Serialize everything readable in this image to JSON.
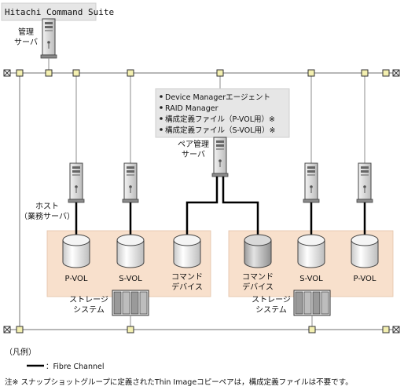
{
  "suite_label": "Hitachi Command Suite",
  "mgmt_server_label": [
    "管理",
    "サーバ"
  ],
  "info_box_items": [
    "Device Managerエージェント",
    "RAID Manager",
    "構成定義ファイル（P-VOL用）※",
    "構成定義ファイル（S-VOL用）※"
  ],
  "pair_server_label": [
    "ペア管理",
    "サーバ"
  ],
  "host_label": [
    "ホスト",
    "（業務サーバ）"
  ],
  "left_volumes": [
    {
      "label": [
        "P-VOL"
      ],
      "style": "plain"
    },
    {
      "label": [
        "S-VOL"
      ],
      "style": "plain"
    },
    {
      "label": [
        "コマンド",
        "デバイス"
      ],
      "style": "plain"
    }
  ],
  "right_volumes": [
    {
      "label": [
        "コマンド",
        "デバイス"
      ],
      "style": "shaded"
    },
    {
      "label": [
        "S-VOL"
      ],
      "style": "plain"
    },
    {
      "label": [
        "P-VOL"
      ],
      "style": "plain"
    }
  ],
  "storage_label": [
    "ストレージ",
    "システム"
  ],
  "legend_title": "（凡例）",
  "legend_fc": "：Fibre Channel",
  "footnote": "注※ スナップショットグループに定義されたThin Imageコピーペアは，構成定義ファイルは不要です。",
  "colors": {
    "line": "#8c8c8c",
    "fc": "#000000",
    "node_fill": "#f3efb0",
    "storage_region": "#f8e0cc",
    "info_box": "#e6e6e6"
  }
}
